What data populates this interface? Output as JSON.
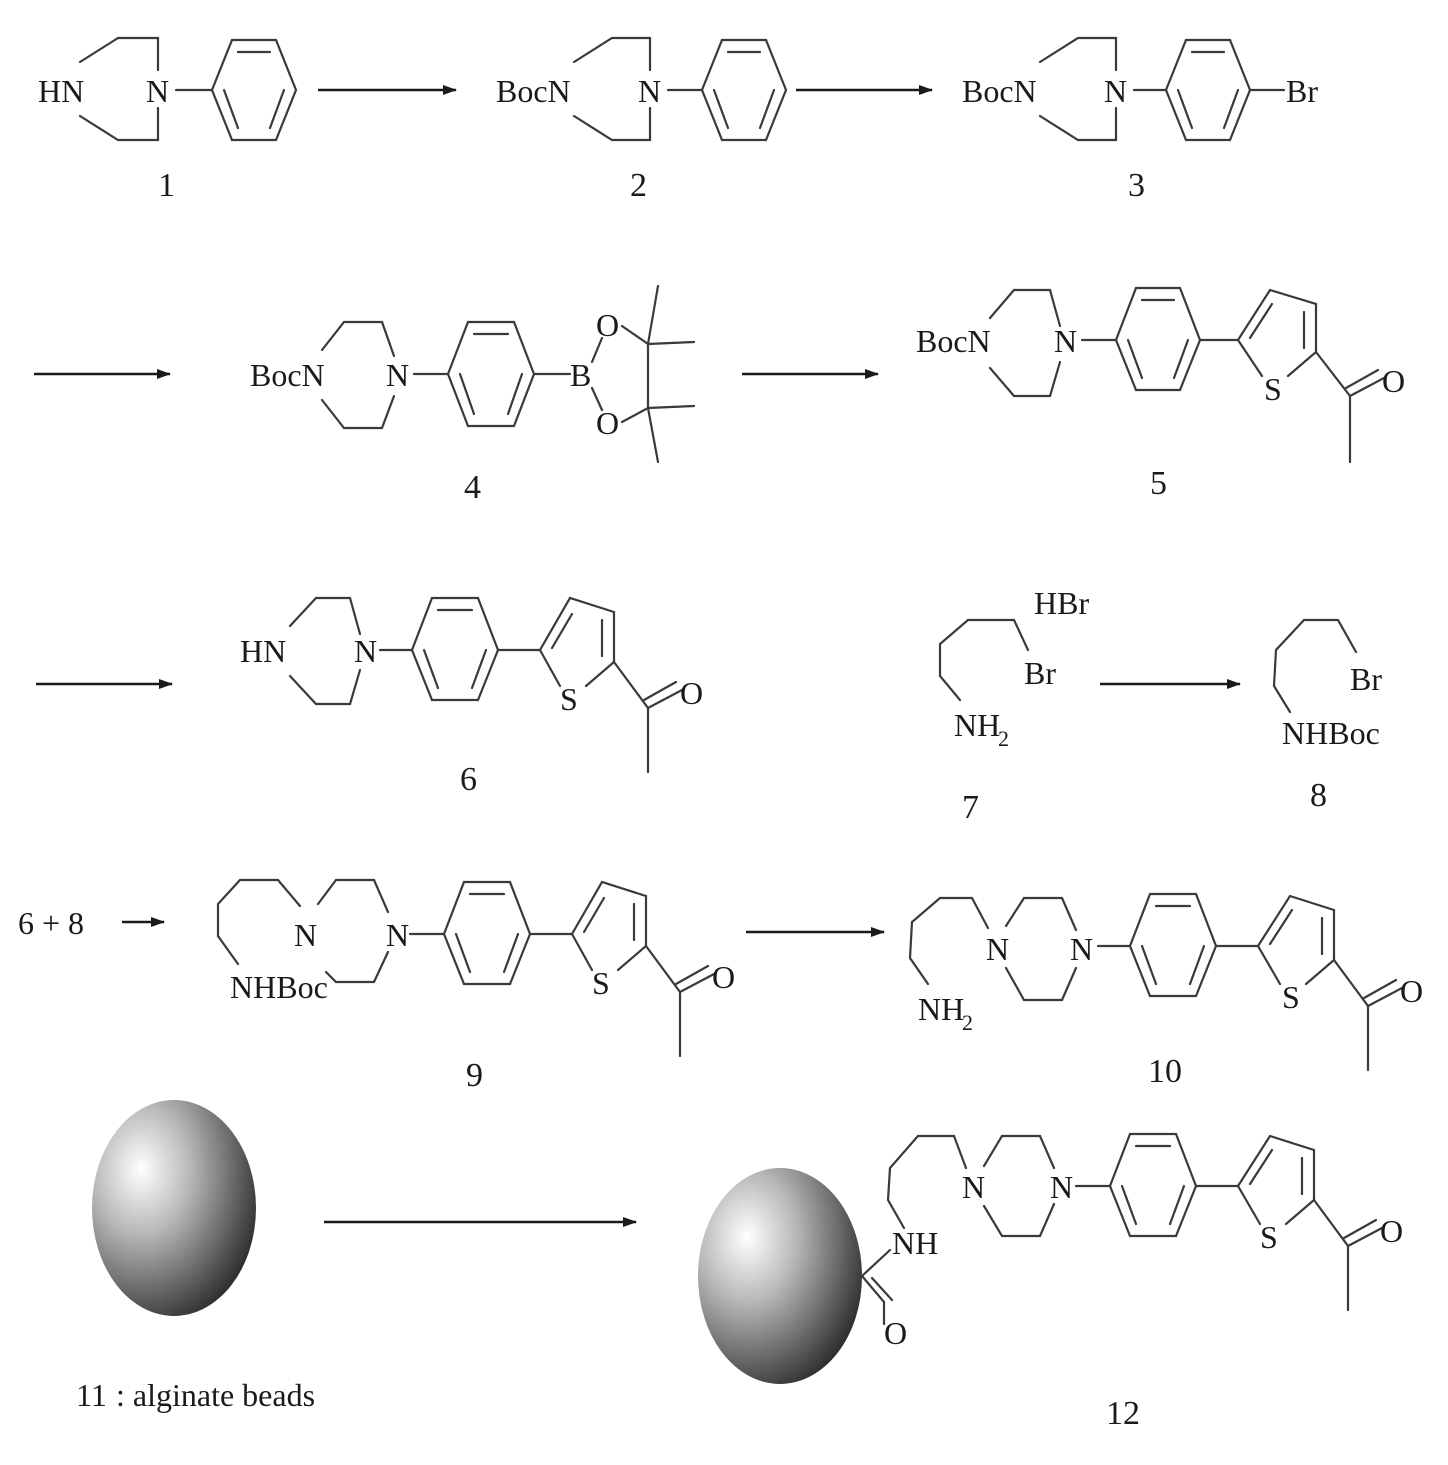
{
  "atoms": {
    "HN": "HN",
    "N": "N",
    "BocN": "BocN",
    "Br": "Br",
    "B": "B",
    "O": "O",
    "S": "S",
    "HBr": "HBr",
    "NH2": "NH",
    "NH2_sub": "2",
    "NHBoc": "NHBoc",
    "NH": "NH"
  },
  "compounds": [
    "1",
    "2",
    "3",
    "4",
    "5",
    "6",
    "7",
    "8",
    "9",
    "10",
    "11",
    "12"
  ],
  "reaction_label": "6 + 8",
  "beads_label": ":  alginate beads"
}
